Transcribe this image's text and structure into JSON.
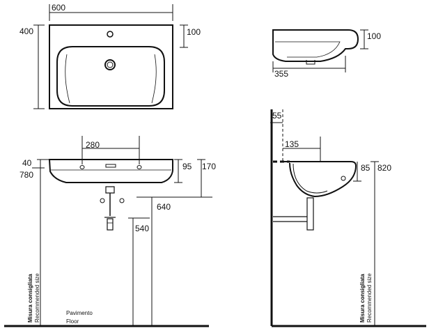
{
  "top_view": {
    "width": "600",
    "depth": "400",
    "edge": "100"
  },
  "side_top": {
    "edge": "100",
    "depth": "355"
  },
  "front": {
    "rim": "40",
    "height": "780",
    "holes": "280",
    "bowl": "95",
    "basin": "170",
    "outlet": "640",
    "waste": "540",
    "floor_it": "Pavimento",
    "floor_en": "Floor",
    "rec_it": "Misura consigliata",
    "rec_en": "Recommended size"
  },
  "side": {
    "top_gap": "55",
    "offset": "135",
    "bowl": "85",
    "height": "820",
    "rec_it": "Misura consigliata",
    "rec_en": "Recommended size"
  }
}
